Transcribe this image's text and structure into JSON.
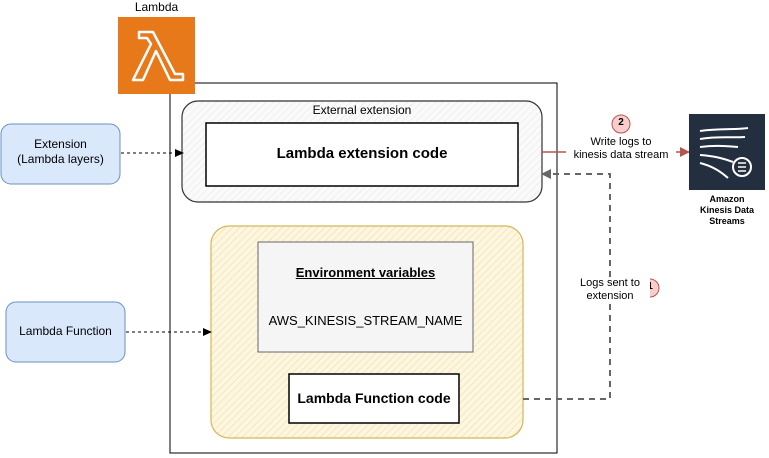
{
  "lambda_service": {
    "label": "Lambda",
    "icon": "lambda-icon",
    "color": "#e8791a"
  },
  "external_extension": {
    "label": "External extension",
    "code_label": "Lambda extension code"
  },
  "function_box": {
    "env_title": "Environment variables",
    "env_var": "AWS_KINESIS_STREAM_NAME",
    "code_label": "Lambda Function code",
    "fill": "#fdf3d6",
    "stroke": "#d6b656"
  },
  "extension_source": {
    "line1": "Extension",
    "line2": "(Lambda layers)"
  },
  "function_source": {
    "label": "Lambda Function"
  },
  "source_box_style": {
    "fill": "#dae8fc",
    "stroke": "#6c8ebf"
  },
  "kinesis": {
    "icon": "kinesis-data-streams-icon",
    "line1": "Amazon",
    "line2": "Kinesis Data",
    "line3": "Streams",
    "color": "#232f3e"
  },
  "step_write": {
    "number": "2",
    "line1": "Write logs to",
    "line2": "kinesis data stream"
  },
  "step_logs": {
    "number": "1",
    "line1": "Logs sent to",
    "line2": "extension"
  },
  "badge_style": {
    "fill": "#f8cecc",
    "stroke": "#b85450"
  }
}
